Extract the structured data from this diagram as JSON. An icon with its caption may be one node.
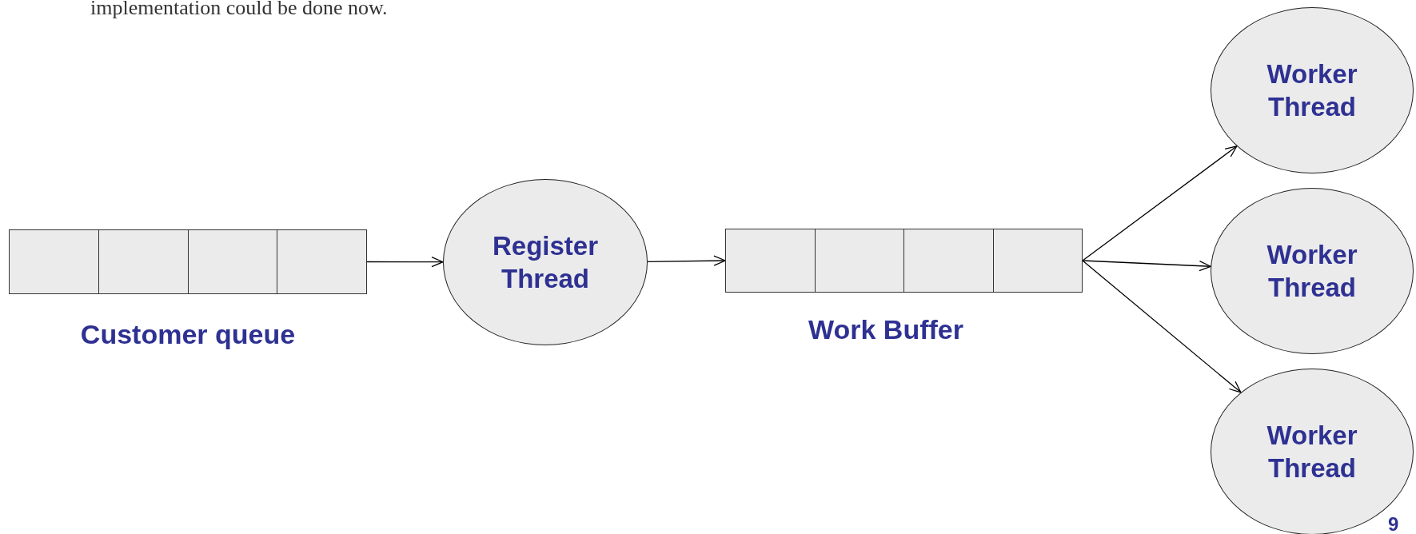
{
  "diagram": {
    "nodes": [
      {
        "text": [],
        "shape": "bar",
        "beside": [
          "Customer queue"
        ]
      },
      {
        "text": [
          "Register Thread"
        ]
      },
      {
        "text": [],
        "shape": "bar",
        "beside": [
          "Work Buffer"
        ]
      },
      {
        "text": [
          "Worker Thread"
        ]
      },
      {
        "text": [
          "Worker Thread"
        ]
      },
      {
        "text": [
          "Worker Thread"
        ]
      }
    ],
    "edges": [
      {
        "from": 0,
        "to": 1,
        "arrow": "to"
      },
      {
        "from": 1,
        "to": 2,
        "arrow": "to"
      },
      {
        "from": 2,
        "to": 3,
        "arrow": "to"
      },
      {
        "from": 2,
        "to": 4,
        "arrow": "to"
      },
      {
        "from": 2,
        "to": 5,
        "arrow": "to"
      }
    ],
    "labels": [
      "implementation could be done now.",
      "9"
    ]
  }
}
